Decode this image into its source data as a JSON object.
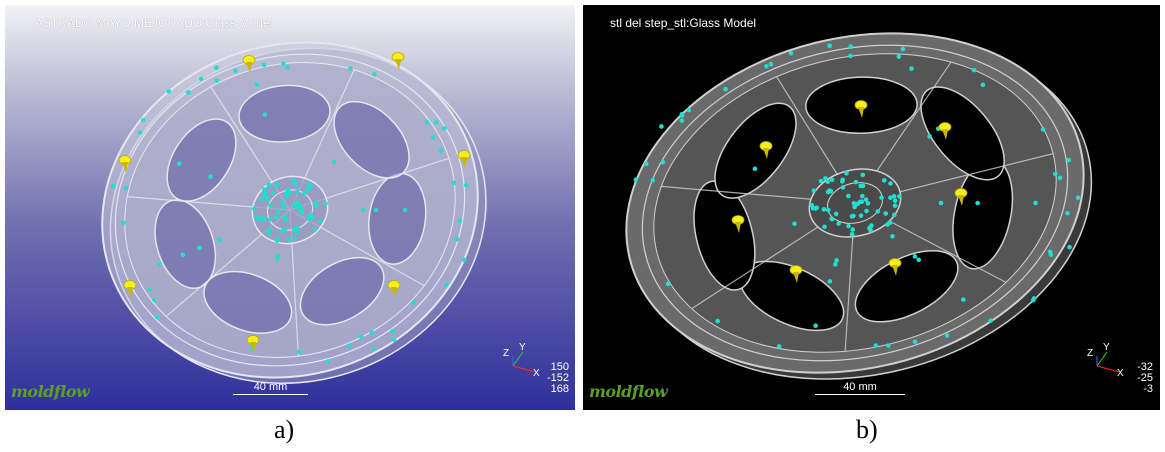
{
  "panels": [
    {
      "title": "ASTRADO MAYO MEJORADO:Glass Model",
      "scale_label": "40 mm",
      "coords": [
        "150",
        "-152",
        "168"
      ],
      "axis_labels": {
        "z": "Z",
        "y": "Y",
        "x": "X"
      },
      "logo": "moldflow",
      "caption": "a)"
    },
    {
      "title": "stl del step_stl:Glass Model",
      "scale_label": "40 mm",
      "coords": [
        "-32",
        "-25",
        "-3"
      ],
      "axis_labels": {
        "z": "Z",
        "y": "Y",
        "x": "X"
      },
      "logo": "moldflow",
      "caption": "b)"
    }
  ],
  "colors": {
    "node_markers": "#1fe0d0",
    "injection_cones": "#f4ee1a",
    "logo_green": "#5d9e2a"
  },
  "icons": [
    "axis-triad-icon",
    "injection-cone-icon",
    "node-marker-icon"
  ]
}
